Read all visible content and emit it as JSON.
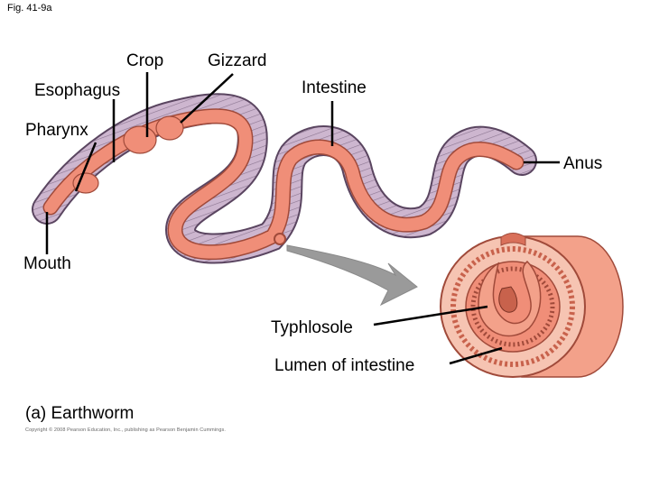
{
  "figure_number": "Fig. 41-9a",
  "caption": "(a) Earthworm",
  "copyright": "Copyright © 2008 Pearson Education, Inc., publishing as Pearson Benjamin Cummings.",
  "labels": {
    "crop": "Crop",
    "gizzard": "Gizzard",
    "esophagus": "Esophagus",
    "intestine": "Intestine",
    "pharynx": "Pharynx",
    "anus": "Anus",
    "mouth": "Mouth",
    "typhlosole": "Typhlosole",
    "lumen": "Lumen of intestine"
  },
  "colors": {
    "body": "#cdb6cf",
    "body_outline": "#5a4560",
    "gut": "#f08e78",
    "gut_outline": "#a04a3a",
    "arrow": "#9a9a9a"
  }
}
